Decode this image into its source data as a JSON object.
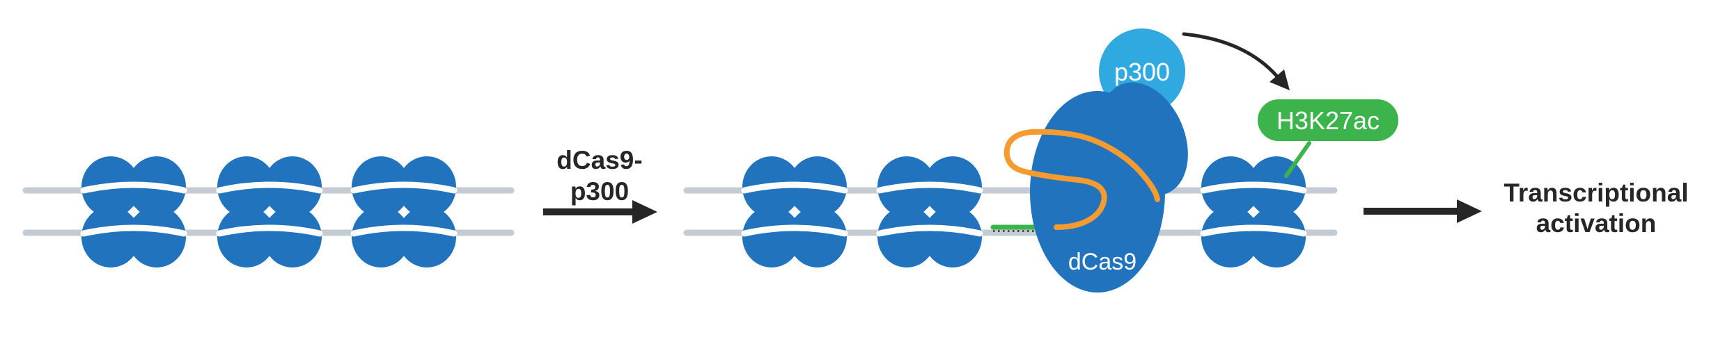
{
  "palette": {
    "histone_blue": "#2073BC",
    "dcas9_blue": "#2073BC",
    "p300_blue": "#30A9E0",
    "sgrna_orange": "#F59B2F",
    "h3k27ac_green": "#3CB44B",
    "dna_gray": "#C5CBD2",
    "arrow_dark": "#262626",
    "pairing_dots": "#2A2A2A",
    "background": "#FFFFFF"
  },
  "chromatin": {
    "left_group_nucleosomes": 3,
    "middle_group_nucleosomes": 2,
    "right_group_nucleosomes": 1
  },
  "reaction": {
    "label_line1": "dCas9-",
    "label_line2": "p300"
  },
  "complex": {
    "p300_label": "p300",
    "dcas9_label": "dCas9"
  },
  "modification": {
    "label": "H3K27ac"
  },
  "outcome": {
    "label_line1": "Transcriptional",
    "label_line2": "activation"
  }
}
